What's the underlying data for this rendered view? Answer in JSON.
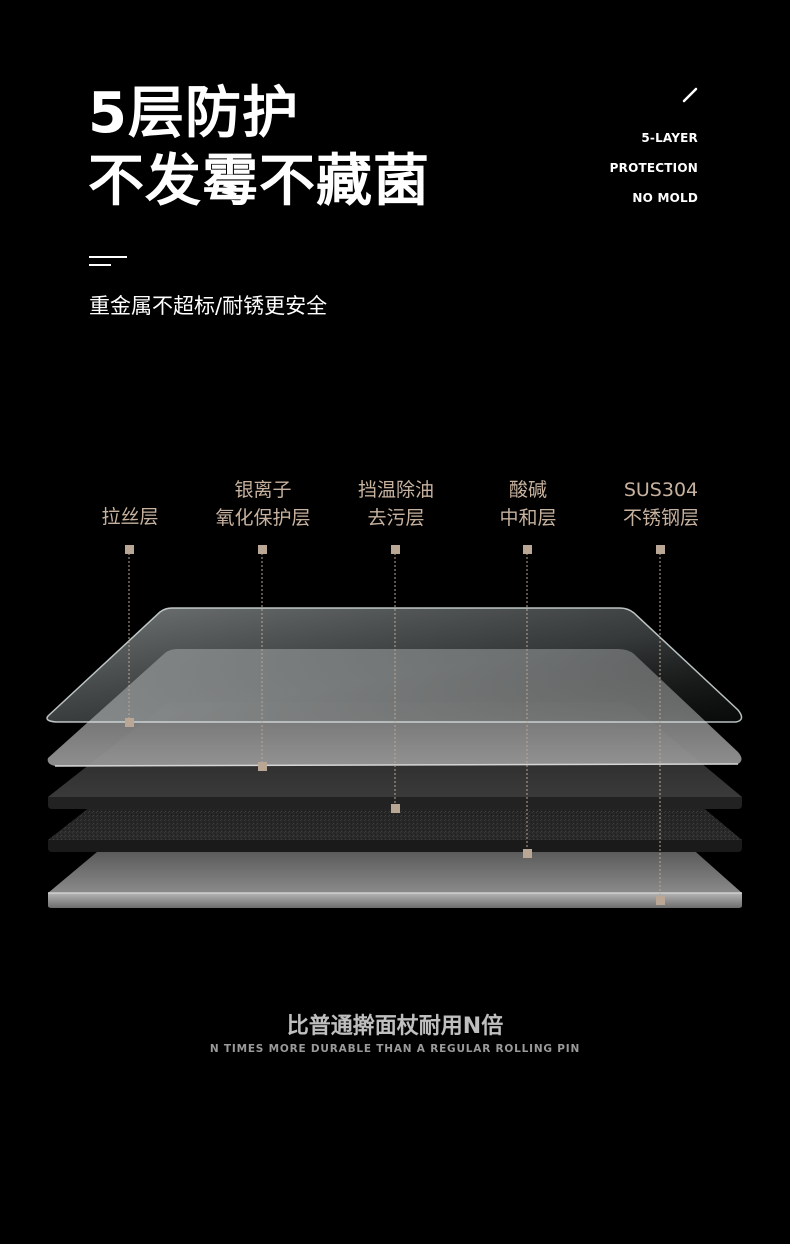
{
  "header": {
    "title_line1": "5层防护",
    "title_line2": "不发霉不藏菌",
    "english_lines": [
      "5-LAYER",
      "PROTECTION",
      "NO MOLD"
    ],
    "subtitle": "重金属不超标/耐锈更安全"
  },
  "layers": [
    {
      "line1": "",
      "line2": "拉丝层"
    },
    {
      "line1": "银离子",
      "line2": "氧化保护层"
    },
    {
      "line1": "挡温除油",
      "line2": "去污层"
    },
    {
      "line1": "酸碱",
      "line2": "中和层"
    },
    {
      "line1": "SUS304",
      "line2": "不锈钢层"
    }
  ],
  "footer": {
    "title": "比普通擀面杖耐用N倍",
    "subtitle": "N TIMES MORE DURABLE THAN A REGULAR ROLLING PIN"
  },
  "colors": {
    "background": "#000000",
    "label_accent": "#c7b29f",
    "marker": "#b9a694"
  }
}
